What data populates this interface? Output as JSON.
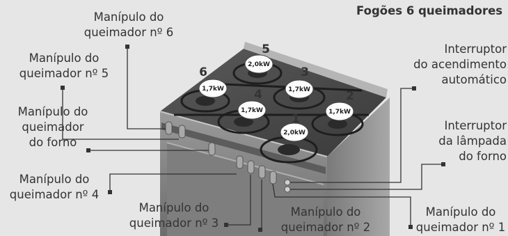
{
  "title": "Fogões 6 queimadores",
  "labels": {
    "burner6_knob": [
      "Manípulo do",
      "queimador nº 6"
    ],
    "burner5_knob": [
      "Manípulo do",
      "queimador nº 5"
    ],
    "oven_knob": [
      "Manípulo do",
      "queimador",
      "do forno"
    ],
    "burner4_knob": [
      "Manípulo do",
      "queimador nº 4"
    ],
    "burner3_knob": [
      "Manípulo do",
      "queimador nº 3"
    ],
    "burner2_knob": [
      "Manípulo do",
      "queimador nº 2"
    ],
    "burner1_knob": [
      "Manípulo do",
      "queimador nº 1"
    ],
    "auto_ignition": [
      "Interruptor",
      "do acendimento",
      "automático"
    ],
    "lamp_switch": [
      "Interruptor",
      "da lâmpada",
      "do forno"
    ]
  },
  "burners": [
    {
      "number": "1",
      "power": "2,0kW"
    },
    {
      "number": "2",
      "power": "1,7kW"
    },
    {
      "number": "3",
      "power": "1,7kW"
    },
    {
      "number": "4",
      "power": "1,7kW"
    },
    {
      "number": "5",
      "power": "2,0kW"
    },
    {
      "number": "6",
      "power": "1,7kW"
    }
  ],
  "colors": {
    "background": "#e6e6e6",
    "text": "#333333",
    "stove_steel": "#8e8e8e"
  }
}
